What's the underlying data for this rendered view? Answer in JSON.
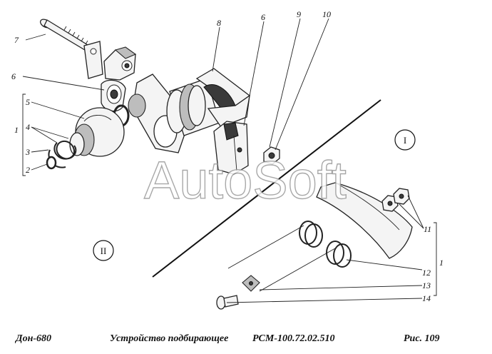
{
  "watermark": "AutoSoft",
  "caption": {
    "left": "Дон-680",
    "center": "Устройство подбирающее",
    "code": "РСМ-100.72.02.510",
    "right": "Рис.  109"
  },
  "views": {
    "view_1": "I",
    "view_2": "II"
  },
  "labels": {
    "l1": "1",
    "l2": "2",
    "l3": "3",
    "l4": "4",
    "l5": "5",
    "l6": "6",
    "l7": "7",
    "l8": "8",
    "l9": "9",
    "l10": "10",
    "l11": "11",
    "l12": "12",
    "l13": "13",
    "l14": "14",
    "l1b": "1",
    "l6b": "6"
  }
}
